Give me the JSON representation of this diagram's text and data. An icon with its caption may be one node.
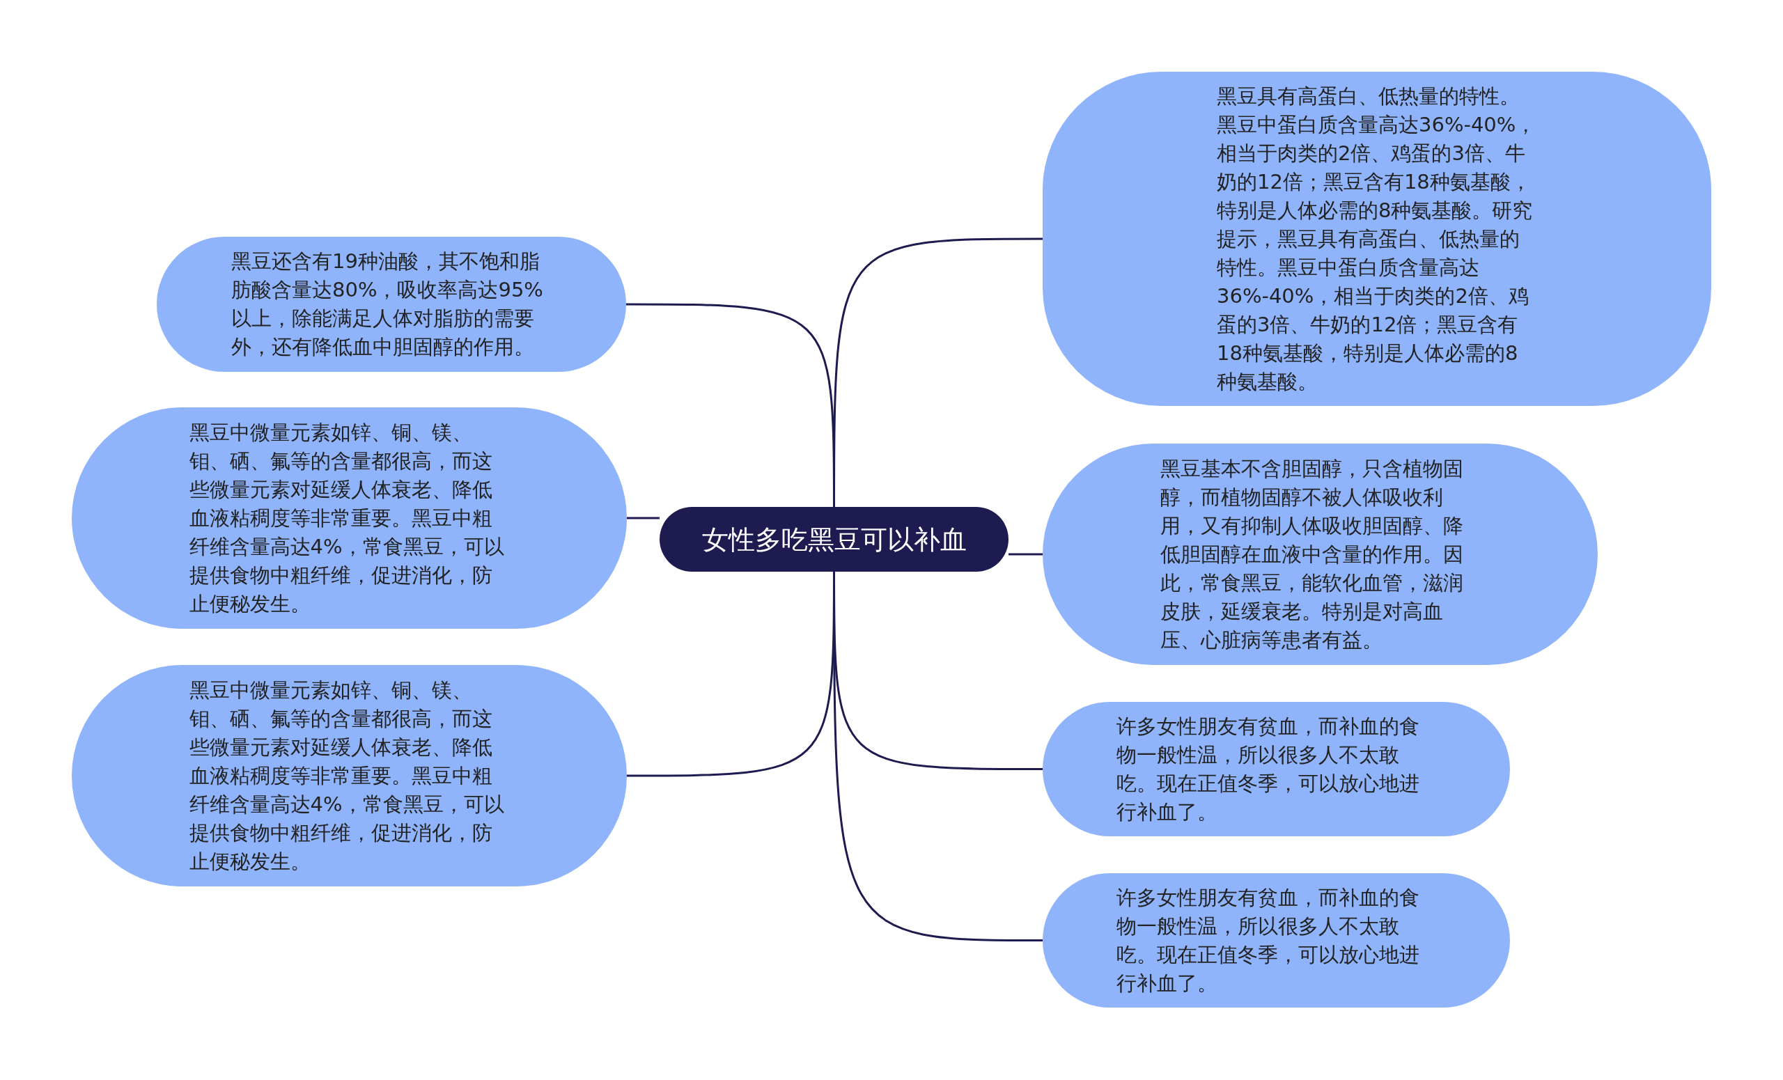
{
  "diagram": {
    "nodes": [
      {
        "text": [
          "女性多吃黑豆可以补血"
        ]
      },
      {
        "text": [
          "黑豆具有高蛋白、低热量的特性。黑豆中蛋白质含量高达36%-40%，相当于肉类的2倍、鸡蛋的3倍、牛奶的12倍；黑豆含有18种氨基酸，特别是人体必需的8种氨基酸。研究提示，黑豆具有高蛋白、低热量的特性。黑豆中蛋白质含量高达36%-40%，相当于肉类的2倍、鸡蛋的3倍、牛奶的12倍；黑豆含有18种氨基酸，特别是人体必需的8种氨基酸。"
        ]
      },
      {
        "text": [
          "黑豆基本不含胆固醇，只含植物固醇，而植物固醇不被人体吸收利用，又有抑制人体吸收胆固醇、降低胆固醇在血液中含量的作用。因此，常食黑豆，能软化血管，滋润皮肤，延缓衰老。特别是对高血压、心脏病等患者有益。"
        ]
      },
      {
        "text": [
          "许多女性朋友有贫血，而补血的食物一般性温，所以很多人不太敢吃。现在正值冬季，可以放心地进行补血了。"
        ]
      },
      {
        "text": [
          "许多女性朋友有贫血，而补血的食物一般性温，所以很多人不太敢吃。现在正值冬季，可以放心地进行补血了。"
        ]
      },
      {
        "text": [
          "黑豆还含有19种油酸，其不饱和脂肪酸含量达80%，吸收率高达95%以上，除能满足人体对脂肪的需要外，还有降低血中胆固醇的作用。"
        ]
      },
      {
        "text": [
          "黑豆中微量元素如锌、铜、镁、钼、硒、氟等的含量都很高，而这些微量元素对延缓人体衰老、降低血液粘稠度等非常重要。黑豆中粗纤维含量高达4%，常食黑豆，可以提供食物中粗纤维，促进消化，防止便秘发生。"
        ]
      },
      {
        "text": [
          "黑豆中微量元素如锌、铜、镁、钼、硒、氟等的含量都很高，而这些微量元素对延缓人体衰老、降低血液粘稠度等非常重要。黑豆中粗纤维含量高达4%，常食黑豆，可以提供食物中粗纤维，促进消化，防止便秘发生。"
        ]
      }
    ],
    "edges": [
      {
        "from": 0,
        "to": 1,
        "arrow": "none"
      },
      {
        "from": 0,
        "to": 2,
        "arrow": "none"
      },
      {
        "from": 0,
        "to": 3,
        "arrow": "none"
      },
      {
        "from": 0,
        "to": 4,
        "arrow": "none"
      },
      {
        "from": 0,
        "to": 5,
        "arrow": "none"
      },
      {
        "from": 0,
        "to": 6,
        "arrow": "none"
      },
      {
        "from": 0,
        "to": 7,
        "arrow": "none"
      }
    ]
  }
}
